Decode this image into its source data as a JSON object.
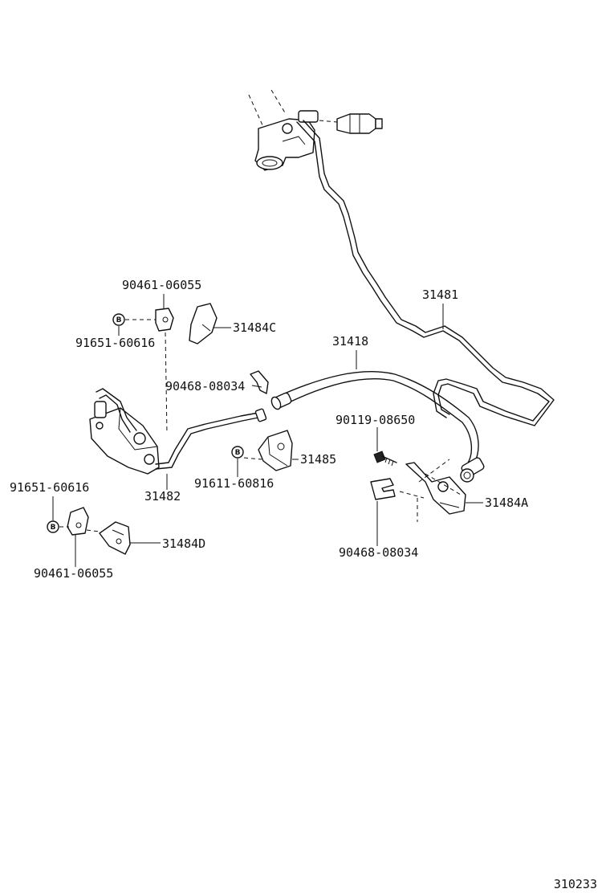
{
  "diagram": {
    "catalog_number": "310233",
    "bolt_marker": "B",
    "callouts": {
      "p31481": "31481",
      "p31418": "31418",
      "p31484c": "31484C",
      "p31482": "31482",
      "p31485": "31485",
      "p31484a": "31484A",
      "p31484d": "31484D",
      "p90461_top": "90461-06055",
      "p91651_top": "91651-60616",
      "p90468_mid": "90468-08034",
      "p91611": "91611-60816",
      "p90119": "90119-08650",
      "p90468_bot": "90468-08034",
      "p91651_bot": "91651-60616",
      "p90461_bot": "90461-06055"
    }
  }
}
